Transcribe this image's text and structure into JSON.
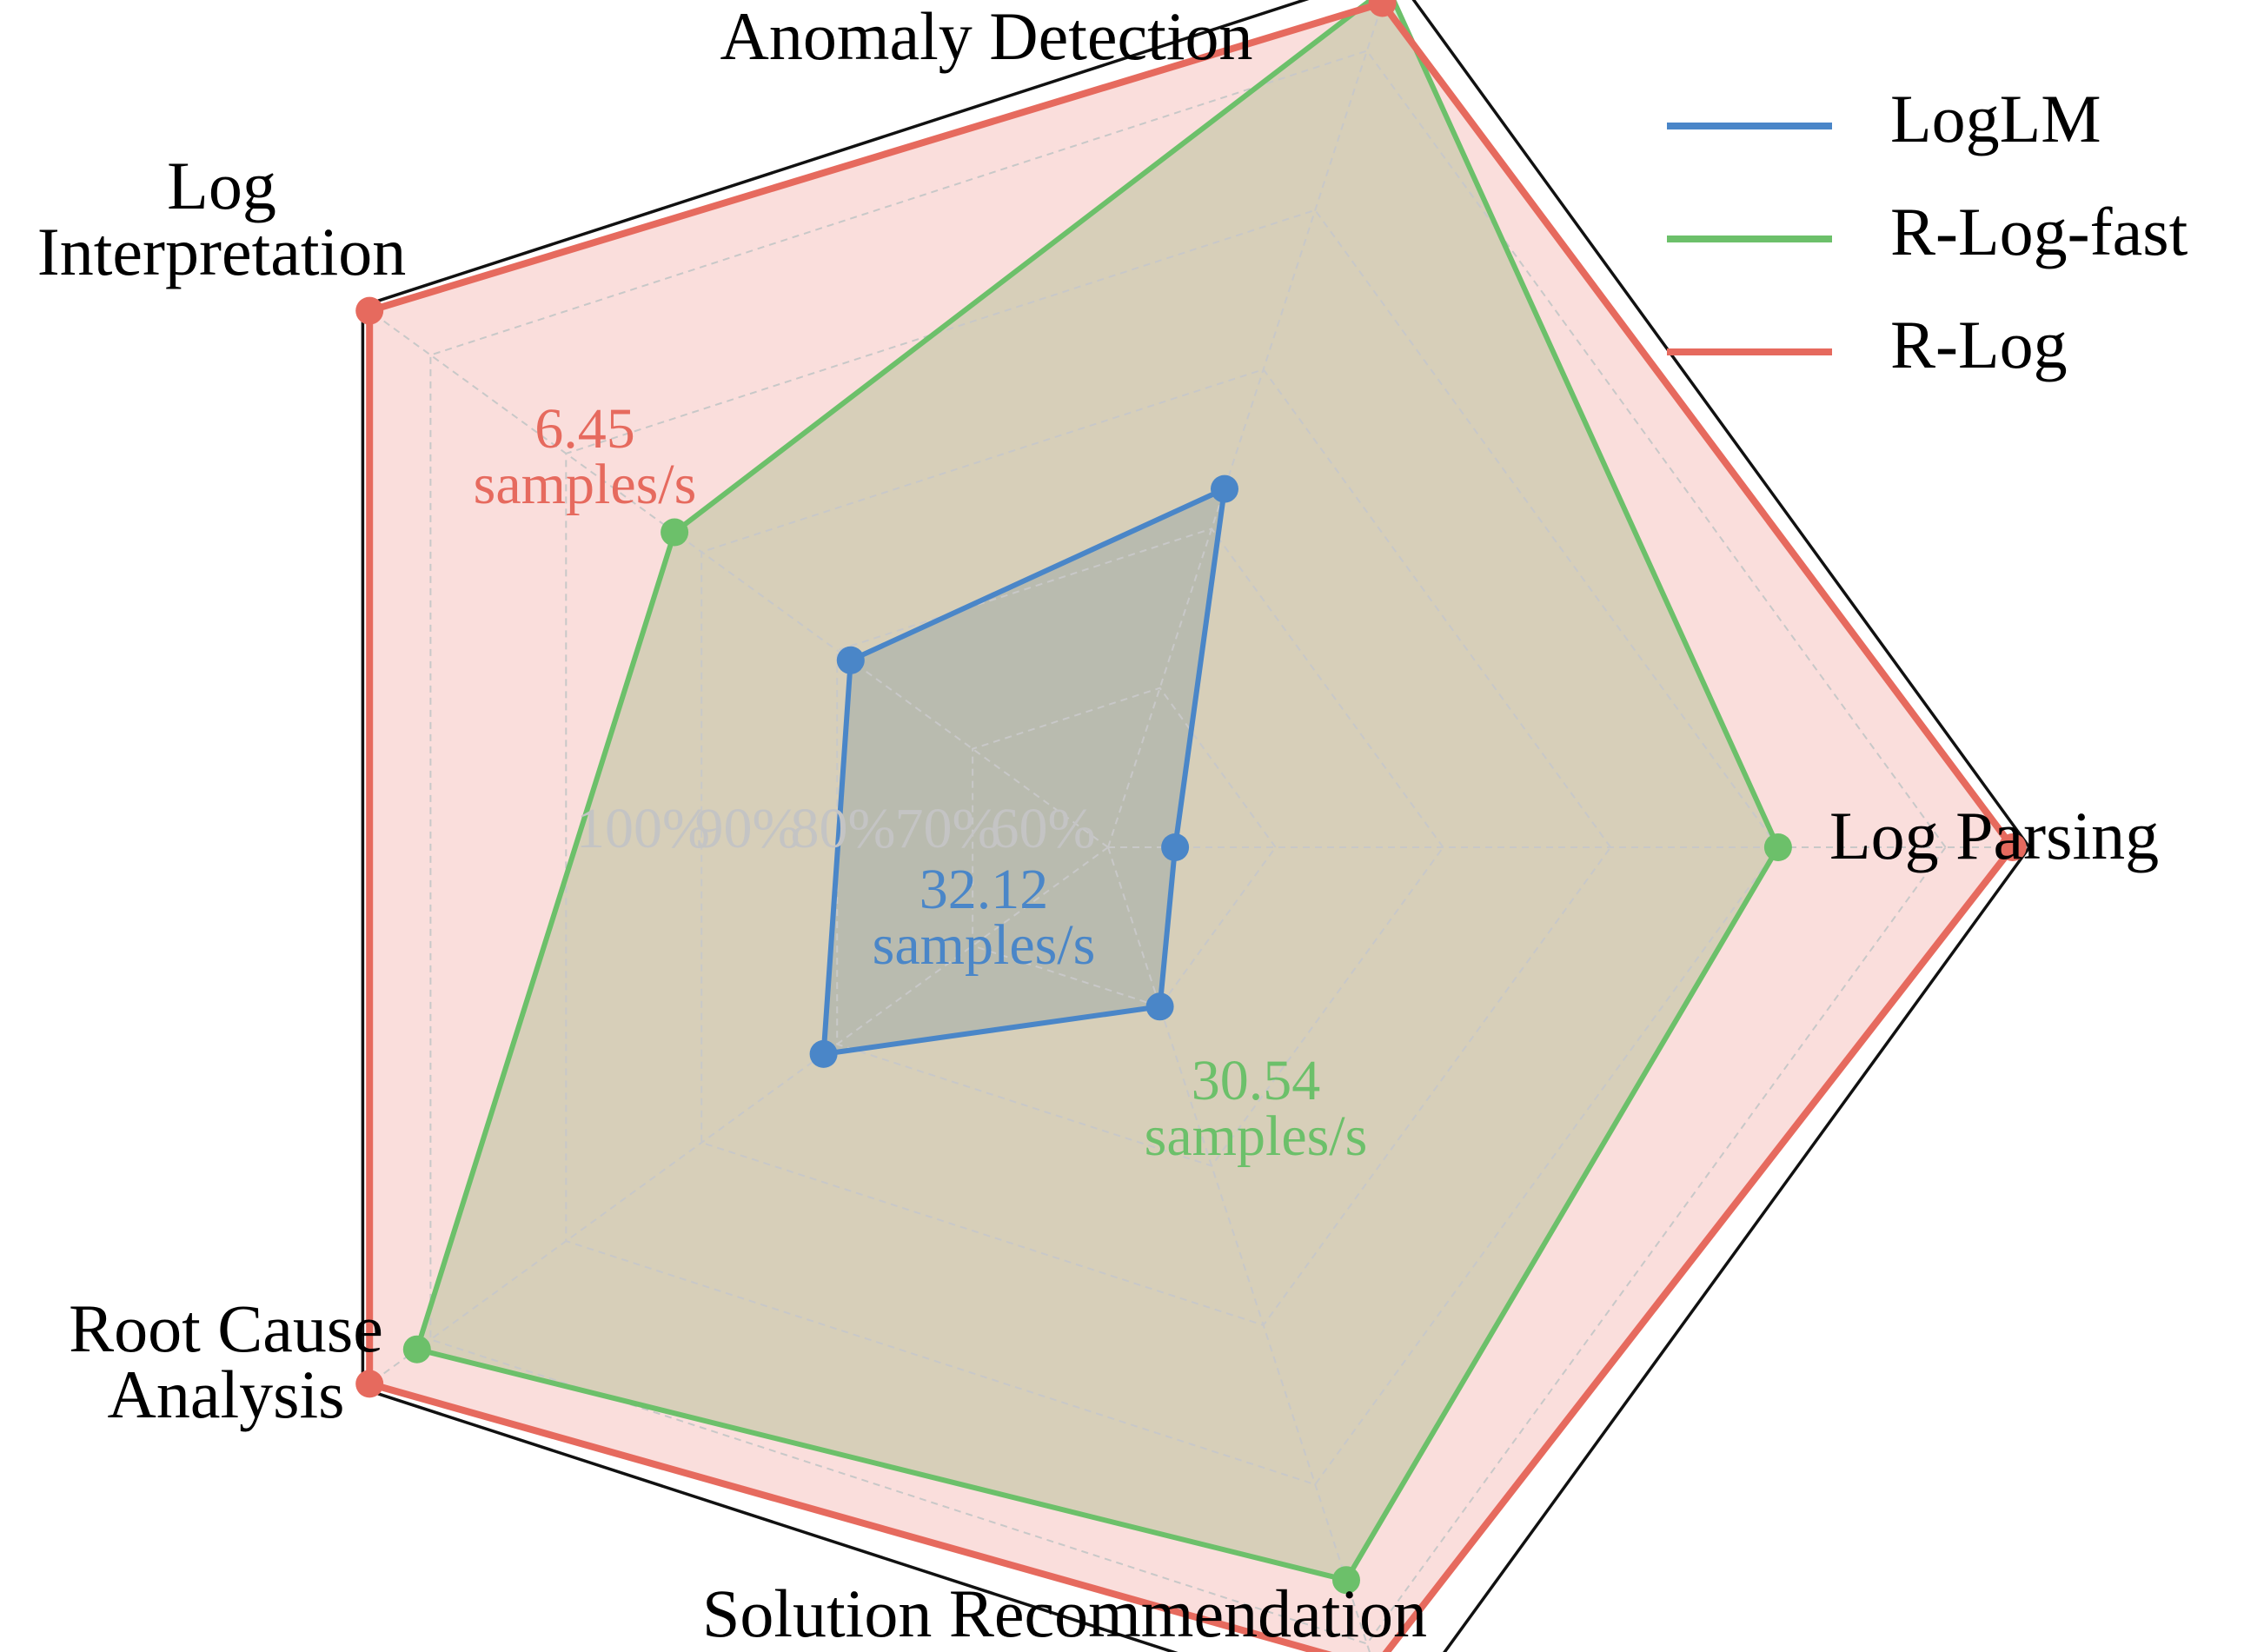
{
  "chart_data": {
    "type": "radar",
    "title": "",
    "axes": [
      "Log Parsing",
      "Anomaly Detection",
      "Log Interpretation",
      "Root Cause Analysis",
      "Solution Recommendation"
    ],
    "axis_label_lines": [
      [
        "Log Parsing"
      ],
      [
        "Anomaly Detection"
      ],
      [
        "Log",
        "Interpretation"
      ],
      [
        "Root Cause",
        "Analysis"
      ],
      [
        "Solution Recommendation"
      ]
    ],
    "r_range": [
      50,
      105
    ],
    "r_ticks": [
      60,
      70,
      80,
      90,
      100
    ],
    "r_tick_labels": [
      "60%",
      "70%",
      "80%",
      "90%",
      "100%"
    ],
    "grid": true,
    "legend_position": "top-right",
    "series": [
      {
        "name": "LogLM",
        "color": "#4a86c8",
        "values": [
          54,
          72.5,
          69,
          71,
          60
        ],
        "speed": [
          "32.12",
          "samples/s"
        ]
      },
      {
        "name": "R-Log-fast",
        "color": "#6cc06a",
        "values": [
          90,
          104,
          82,
          101,
          96
        ],
        "speed": [
          "30.54",
          "samples/s"
        ]
      },
      {
        "name": "R-Log",
        "color": "#e66a5e",
        "values": [
          104,
          103,
          104.5,
          104.5,
          101.5
        ],
        "speed": [
          "6.45",
          "samples/s"
        ]
      }
    ]
  }
}
